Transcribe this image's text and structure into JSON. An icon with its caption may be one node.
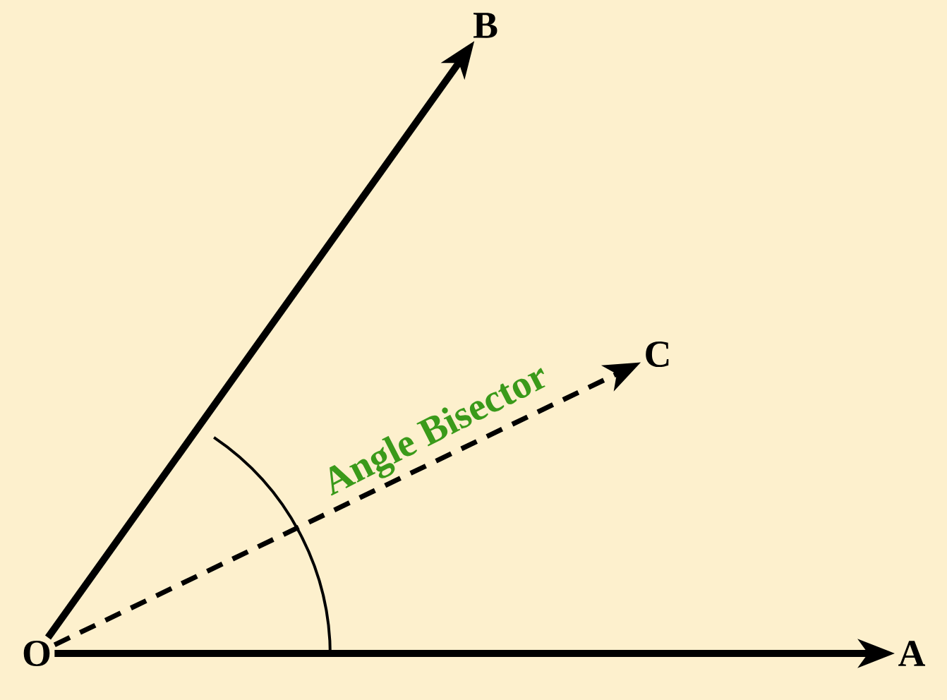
{
  "diagram": {
    "nodes": [
      {
        "text": [
          "O"
        ]
      },
      {
        "text": [
          "A"
        ]
      },
      {
        "text": [
          "B"
        ]
      },
      {
        "text": [
          "C"
        ]
      }
    ],
    "edges": [
      {
        "from": 0,
        "to": 1,
        "arrow": "to"
      },
      {
        "from": 0,
        "to": 2,
        "arrow": "to"
      },
      {
        "from": 0,
        "to": 3,
        "arrow": "to",
        "style": "dashed",
        "label": "Angle Bisector"
      }
    ]
  }
}
